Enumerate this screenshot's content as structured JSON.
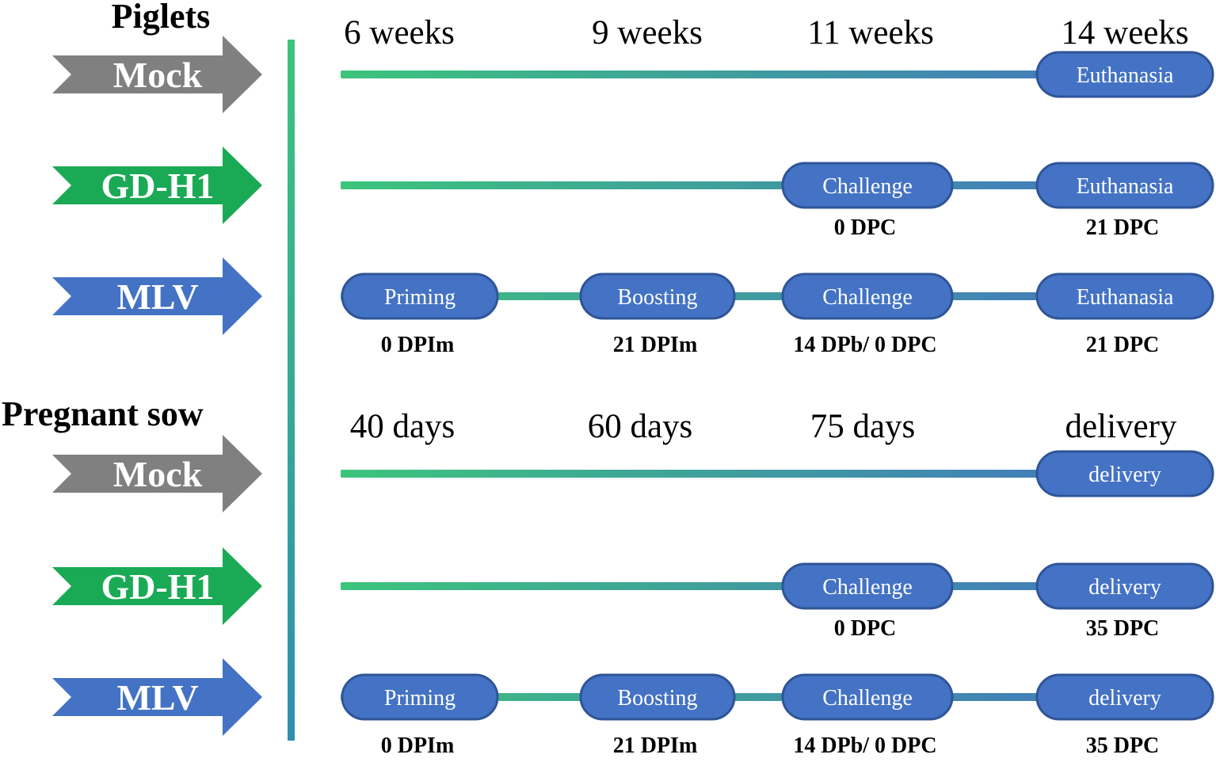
{
  "colors": {
    "mock": "#808080",
    "gd_h1": "#1aaa55",
    "mlv": "#4472c4",
    "event_fill": "#4472c4",
    "event_stroke": "#2f5597",
    "line_start": "#3cc47c",
    "line_end": "#4472c4",
    "divider_start": "#3cc47c",
    "divider_end": "#2f8fb0"
  },
  "sections": [
    {
      "title": "Piglets",
      "timepoints": [
        "6 weeks",
        "9 weeks",
        "11 weeks",
        "14 weeks"
      ],
      "groups": [
        {
          "name": "Mock",
          "color_key": "mock",
          "events": [
            {
              "slot": 3,
              "label": "Euthanasia",
              "sub": ""
            }
          ]
        },
        {
          "name": "GD-H1",
          "color_key": "gd_h1",
          "events": [
            {
              "slot": 2,
              "label": "Challenge",
              "sub": "0 DPC"
            },
            {
              "slot": 3,
              "label": "Euthanasia",
              "sub": "21 DPC"
            }
          ]
        },
        {
          "name": "MLV",
          "color_key": "mlv",
          "events": [
            {
              "slot": 0,
              "label": "Priming",
              "sub": "0 DPIm"
            },
            {
              "slot": 1,
              "label": "Boosting",
              "sub": "21 DPIm"
            },
            {
              "slot": 2,
              "label": "Challenge",
              "sub": "14 DPb/ 0 DPC"
            },
            {
              "slot": 3,
              "label": "Euthanasia",
              "sub": "21 DPC"
            }
          ]
        }
      ]
    },
    {
      "title": "Pregnant sow",
      "timepoints": [
        "40 days",
        "60 days",
        "75 days",
        "delivery"
      ],
      "groups": [
        {
          "name": "Mock",
          "color_key": "mock",
          "events": [
            {
              "slot": 3,
              "label": "delivery",
              "sub": ""
            }
          ]
        },
        {
          "name": "GD-H1",
          "color_key": "gd_h1",
          "events": [
            {
              "slot": 2,
              "label": "Challenge",
              "sub": "0 DPC"
            },
            {
              "slot": 3,
              "label": "delivery",
              "sub": "35 DPC"
            }
          ]
        },
        {
          "name": "MLV",
          "color_key": "mlv",
          "events": [
            {
              "slot": 0,
              "label": "Priming",
              "sub": "0 DPIm"
            },
            {
              "slot": 1,
              "label": "Boosting",
              "sub": "21 DPIm"
            },
            {
              "slot": 2,
              "label": "Challenge",
              "sub": "14 DPb/ 0 DPC"
            },
            {
              "slot": 3,
              "label": "delivery",
              "sub": "35 DPC"
            }
          ]
        }
      ]
    }
  ]
}
